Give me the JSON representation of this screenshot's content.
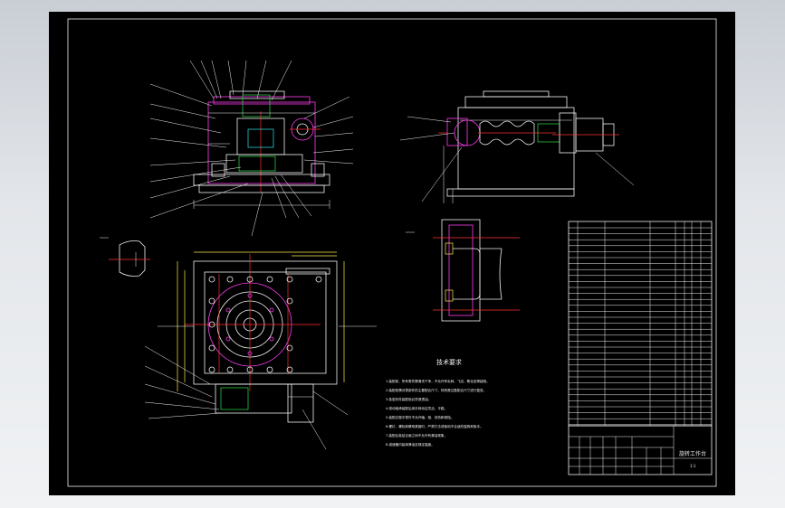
{
  "drawing": {
    "notes_title": "技术要求",
    "notes": [
      "1.装配前，所有零件需清洗干净，不允许有毛刺、飞边、氧化皮等缺陷。",
      "2.装配前需对零部件的主要配合尺寸，特别是过盈配合尺寸进行复查。",
      "3.各密封件装配前必须浸透油。",
      "4.滚动轴承装配后用手转动应灵活、平稳。",
      "5.装配过程中零件不允许磕、碰、划伤和锈蚀。",
      "6.螺钉、螺栓和螺母紧固时，严禁打击或使用不合适的旋具和扳手。",
      "7.装配后各结合面之间不允许有漏油现象。",
      "8.减速器内装润滑油至规定高度。"
    ],
    "title_block": {
      "name": "旋转工作台",
      "scale": "1:1"
    }
  }
}
